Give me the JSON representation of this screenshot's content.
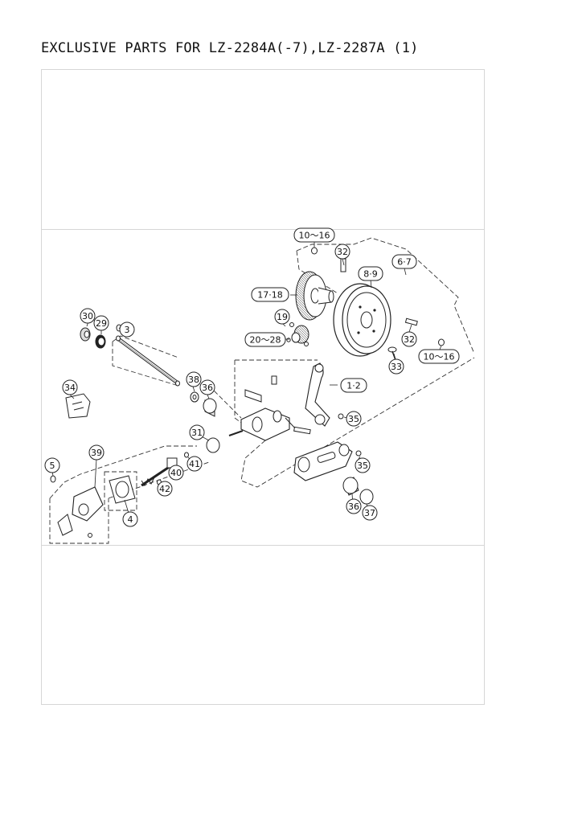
{
  "title": "EXCLUSIVE PARTS FOR LZ-2284A(-7),LZ-2287A (1)",
  "callouts": {
    "p1": "1·2",
    "p3": "3",
    "p4": "4",
    "p5": "5",
    "p6": "6·7",
    "p8": "8·9",
    "p10a": "10～16",
    "p10b": "10～16",
    "p17": "17·18",
    "p19": "19",
    "p20": "20～28",
    "p29": "29",
    "p30": "30",
    "p31": "31",
    "p32a": "32",
    "p32b": "32",
    "p33": "33",
    "p34": "34",
    "p35a": "35",
    "p35b": "35",
    "p36a": "36",
    "p36b": "36",
    "p37": "37",
    "p38": "38",
    "p39": "39",
    "p40": "40",
    "p41": "41",
    "p42": "42"
  }
}
